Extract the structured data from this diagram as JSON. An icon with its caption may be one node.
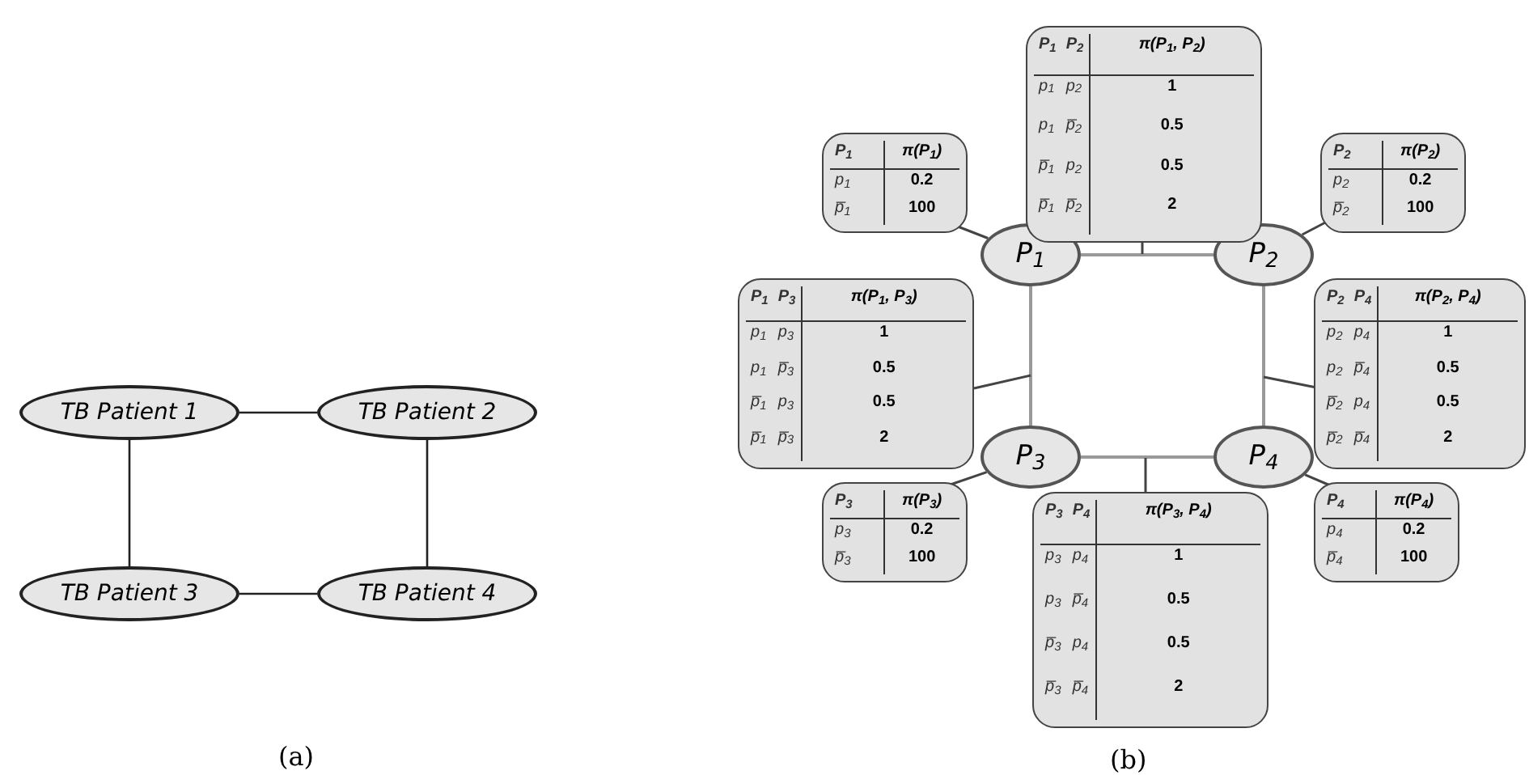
{
  "diagram": {
    "nodes": [
      {
        "text": [
          "TB Patient 1"
        ]
      },
      {
        "text": [
          "TB Patient 2"
        ]
      },
      {
        "text": [
          "TB Patient 3"
        ]
      },
      {
        "text": [
          "TB Patient 4"
        ]
      },
      {
        "text": [
          "P$_{1}$"
        ]
      },
      {
        "text": [
          "P$_{2}$"
        ]
      },
      {
        "text": [
          "P$_{3}$"
        ]
      },
      {
        "text": [
          "P$_{4}$"
        ]
      },
      {
        "text": [
          "P$_{1}$",
          "π(P$_{1}$)",
          "p$_{1}$",
          "0.2",
          "p̅$_{1}$",
          "100"
        ]
      },
      {
        "text": [
          "P$_{1}$",
          "P$_{2}$",
          "π(P$_{1}$, P$_{2}$)",
          "p$_{1}$",
          "p$_{2}$",
          "1",
          "p$_{1}$",
          "p̅$_{2}$",
          "0.5",
          "p̅$_{1}$",
          "p$_{2}$",
          "0.5",
          "p̅$_{1}$",
          "p̅$_{2}$",
          "2"
        ]
      },
      {
        "text": [
          "P$_{2}$",
          "π(P$_{2}$)",
          "p$_{2}$",
          "0.2",
          "p̅$_{2}$",
          "100"
        ]
      },
      {
        "text": [
          "P$_{1}$",
          "P$_{3}$",
          "π(P$_{1}$, P$_{3}$)",
          "p$_{1}$",
          "p$_{3}$",
          "1",
          "p$_{1}$",
          "p̅$_{3}$",
          "0.5",
          "p̅$_{1}$",
          "p$_{3}$",
          "0.5",
          "p̅$_{1}$",
          "p̅$_{3}$",
          "2"
        ]
      },
      {
        "text": [
          "P$_{2}$",
          "P$_{4}$",
          "π(P$_{2}$, P$_{4}$)",
          "p$_{2}$",
          "p$_{4}$",
          "1",
          "p$_{2}$",
          "p̅$_{4}$",
          "0.5",
          "p̅$_{2}$",
          "p$_{4}$",
          "0.5",
          "p̅$_{2}$",
          "p̅$_{4}$",
          "2"
        ]
      },
      {
        "text": [
          "P$_{3}$",
          "π(P$_{3}$)",
          "p$_{3}$",
          "0.2",
          "p̅$_{3}$",
          "100"
        ]
      },
      {
        "text": [
          "P$_{3}$",
          "P$_{4}$",
          "π(P$_{3}$, P$_{4}$)",
          "p$_{3}$",
          "p$_{4}$",
          "1",
          "p$_{3}$",
          "p̅$_{4}$",
          "0.5",
          "p̅$_{3}$",
          "p$_{4}$",
          "0.5",
          "p̅$_{3}$",
          "p̅$_{4}$",
          "2"
        ]
      },
      {
        "text": [
          "P$_{4}$",
          "π(P$_{4}$)",
          "p$_{4}$",
          "0.2",
          "p̅$_{4}$",
          "100"
        ]
      }
    ],
    "edges": [
      {
        "from": 0,
        "to": 1,
        "arrow": "none"
      },
      {
        "from": 0,
        "to": 2,
        "arrow": "none"
      },
      {
        "from": 1,
        "to": 3,
        "arrow": "none"
      },
      {
        "from": 2,
        "to": 3,
        "arrow": "none"
      },
      {
        "from": 4,
        "to": 5,
        "arrow": "none"
      },
      {
        "from": 4,
        "to": 6,
        "arrow": "none"
      },
      {
        "from": 5,
        "to": 7,
        "arrow": "none"
      },
      {
        "from": 6,
        "to": 7,
        "arrow": "none"
      },
      {
        "from": 8,
        "to": 4,
        "arrow": "none"
      },
      {
        "from": 9,
        "to": null,
        "arrow": "none"
      },
      {
        "from": 10,
        "to": 5,
        "arrow": "none"
      },
      {
        "from": 11,
        "to": null,
        "arrow": "none"
      },
      {
        "from": 12,
        "to": null,
        "arrow": "none"
      },
      {
        "from": 13,
        "to": 6,
        "arrow": "none"
      },
      {
        "from": 14,
        "to": null,
        "arrow": "none"
      },
      {
        "from": 15,
        "to": 7,
        "arrow": "none"
      }
    ],
    "labels": [
      "(a)",
      "(b)"
    ]
  }
}
